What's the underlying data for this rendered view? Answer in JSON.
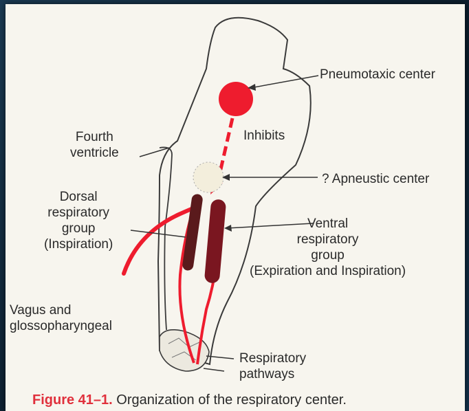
{
  "labels": {
    "pneumotaxic": "Pneumotaxic center",
    "inhibits": "Inhibits",
    "fourth_ventricle": "Fourth\nventricle",
    "apneustic": "? Apneustic center",
    "dorsal": "Dorsal\nrespiratory\ngroup\n(Inspiration)",
    "ventral": "Ventral\nrespiratory\ngroup\n(Expiration and Inspiration)",
    "vagus": "Vagus and\nglossopharyngeal",
    "pathways": "Respiratory\npathways"
  },
  "caption": {
    "number": "Figure 41–1.",
    "text": "Organization of the respiratory center."
  },
  "colors": {
    "nucleus_red": "#ee1c2e",
    "group_dark": "#5a1a1c",
    "ventral_group": "#7a1620",
    "outline": "#3a3a3a",
    "caption_number": "#e0303c"
  }
}
